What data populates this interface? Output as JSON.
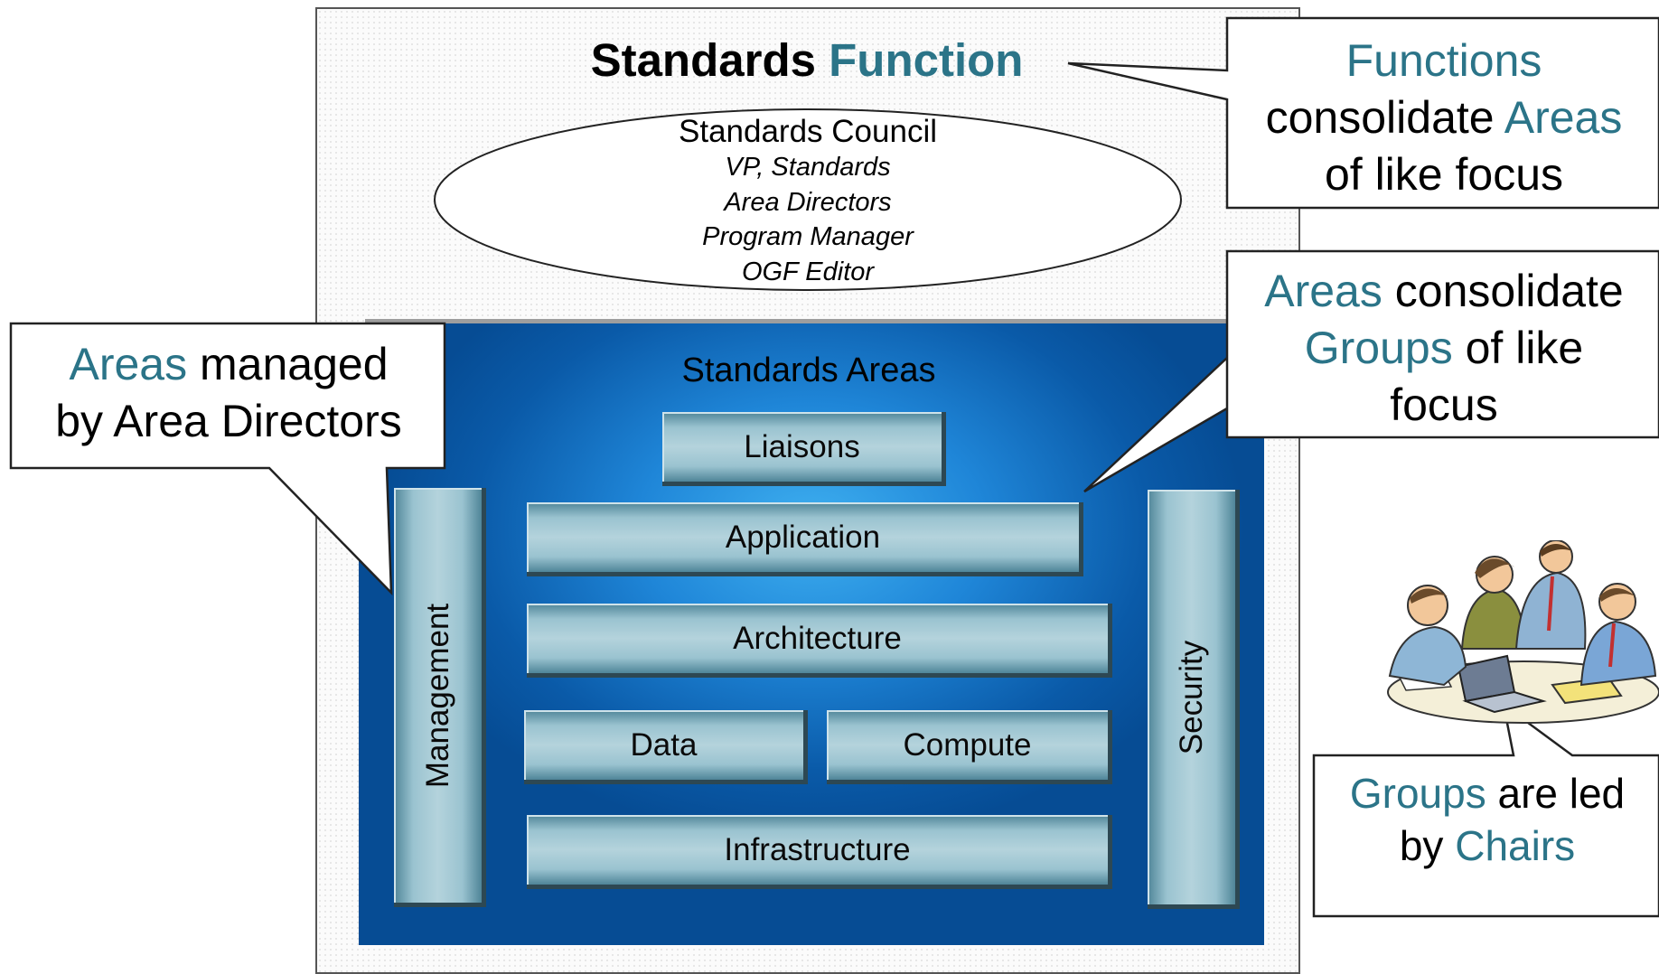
{
  "title": {
    "part1": "Standards",
    "part2": "Function"
  },
  "council": {
    "name": "Standards Council",
    "members": [
      "VP, Standards",
      "Area Directors",
      "Program Manager",
      "OGF Editor"
    ]
  },
  "areas": {
    "title": "Standards Areas",
    "liaisons": "Liaisons",
    "application": "Application",
    "architecture": "Architecture",
    "data": "Data",
    "compute": "Compute",
    "infrastructure": "Infrastructure",
    "management": "Management",
    "security": "Security"
  },
  "callouts": {
    "functions": {
      "w1": "Functions",
      "w2": "consolidate",
      "w3": "Areas",
      "w4": "of like focus"
    },
    "areas_consolidate": {
      "w1": "Areas",
      "w2": "consolidate",
      "w3": "Groups",
      "w4": "of like",
      "w5": "focus"
    },
    "managed": {
      "w1": "Areas",
      "w2": "managed",
      "w3": "by Area Directors"
    },
    "groups": {
      "w1": "Groups",
      "w2": "are led",
      "w3": "by",
      "w4": "Chairs"
    }
  },
  "colors": {
    "accent": "#2b7488",
    "area_blue": "#0a5aa8",
    "bar": "#9ac3d0"
  },
  "icons": {
    "people": "business-meeting-clipart"
  }
}
